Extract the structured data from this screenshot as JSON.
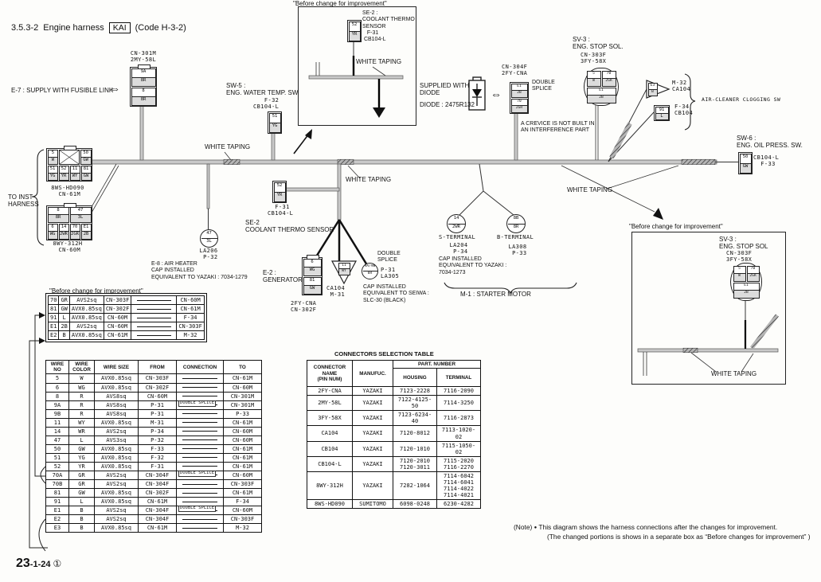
{
  "icons": {
    "double_arrow": "⇔",
    "bullet": "●"
  },
  "header": {
    "section": "3.5.3-2",
    "title": "Engine harness",
    "code_box": "KAI",
    "code_suffix": "(Code H-3-2)"
  },
  "labels": {
    "e7": "E-7 : SUPPLY WITH FUSIBLE LINK",
    "cn301m": "CN-301M\n2MY-58L",
    "before_caption": "\"Before change for improvement\"",
    "se2_inset": "SE-2 :\nCOOLANT THERMO\nSENSOR\n   F-31\n CB104-L",
    "white_taping": "WHITE TAPING",
    "sw5": "SW-5 :\nENG. WATER TEMP. SW",
    "sw5_conn": "   F-32\nCB104-L",
    "supplied_diode": "SUPPLIED WITH\nDIODE",
    "diode_pn": "DIODE : 2475R132",
    "cn304f": "CN-304F\n2FY-CNA",
    "double_splice": "DOUBLE\nSPLICE",
    "crevice": "A CREVICE IS NOT BUILT IN\nAN INTERFERENCE PART",
    "sv3": "SV-3 :\nENG. STOP SOL.",
    "sv3_inset": "SV-3 :\nENG. STOP SOL",
    "cn303f": "CN-303F\n3FY-58X",
    "m32": "M-32\nCA104",
    "f34": "F-34\nCB104",
    "air_cleaner": "AIR-CLEANER CLOGGING SW",
    "sw6": "SW-6 :\nENG. OIL PRESS. SW.",
    "sw6_conn": "CB104-L\n  F-33",
    "to_inst": "TO INST\nHARNESS",
    "cn61m": "8WS-HD090\n CN-61M",
    "cn60m": "8WY-312H\n CN-60M",
    "la206": "LA206\n P-32",
    "e8": "E-8 : AIR HEATER\nCAP INSTALLED\nEQUIVALENT TO YAZAKI : 7034-1279",
    "f31": "  F-31\nCB104-L",
    "se2_main": "SE-2\nCOOLANT THERMO SENSOR",
    "e2": "E-2 :\nGENERATOR",
    "cn302f": "2FY-CNA\nCN-302F",
    "ca104_m31": "CA104\n M-31",
    "p31": "P-31\nLA305",
    "cap_seiwa": "CAP INSTALLED\nEQUIVALENT TO SEIWA :\nSLC-30 (BLACK)",
    "s_terminal": "S-TERMINAL",
    "la204": "LA204\n P-34",
    "b_terminal": "B-TERMINAL",
    "la308": "LA308\n P-33",
    "cap_yazaki": "CAP INSTALLED\nEQUIVALENT TO YAZAKI :\n7034-1273",
    "m1": "M-1 : STARTER MOTOR"
  },
  "pins": {
    "cn301m": [
      "9A|8R",
      "8|8R"
    ],
    "sw5": [
      "51|YG"
    ],
    "inset_top": [
      "52|YR"
    ],
    "f31": [
      "52|YR"
    ],
    "sw6": [
      "50|GW"
    ],
    "la206": [
      "47|3L"
    ],
    "e2": [
      "6|WG",
      "81|GW"
    ],
    "ca104_tri": [
      "11|WY"
    ],
    "p31": [
      "9A/9B|8R"
    ],
    "s_term": [
      "14|2WR"
    ],
    "b_term": [
      "8B|8R"
    ],
    "m32_tri": [
      "E3|B"
    ],
    "f34": [
      "91|L"
    ],
    "cn304f": [
      "E1|2B",
      "70|2GR"
    ],
    "cn61m": [
      [
        "5|W",
        "X",
        "50|GW"
      ],
      [
        "51|YG",
        "52|YR",
        "11|WY",
        "81|GW"
      ]
    ],
    "cn60m": [
      [
        "8|8R",
        "47|3L"
      ],
      [
        "6|WG",
        "14|2WR",
        "70|2GR",
        "E1|2B"
      ]
    ],
    "cn303f": [
      [
        "5|W",
        "70|2GR"
      ],
      [
        "E1|2B"
      ]
    ]
  },
  "before_table": {
    "rows": [
      [
        "70",
        "GR",
        "AVS2sq",
        "CN-303F",
        "",
        "CN-60M"
      ],
      [
        "81",
        "GW",
        "AVX0.85sq",
        "CN-302F",
        "",
        "CN-61M"
      ],
      [
        "91",
        "L",
        "AVX0.85sq",
        "CN-60M",
        "",
        "F-34"
      ],
      [
        "E1",
        "2B",
        "AVS2sq",
        "CN-60M",
        "",
        "CN-303F"
      ],
      [
        "E2",
        "B",
        "AVX0.85sq",
        "CN-61M",
        "",
        "M-32"
      ]
    ]
  },
  "wire_table": {
    "headers": [
      "WIRE\nNO",
      "WIRE\nCOLOR",
      "WIRE SIZE",
      "FROM",
      "CONNECTION",
      "TO"
    ],
    "rows": [
      [
        "5",
        "W",
        "AVX0.85sq",
        "CN-303F",
        "",
        "CN-61M"
      ],
      [
        "6",
        "WG",
        "AVX0.85sq",
        "CN-302F",
        "",
        "CN-60M"
      ],
      [
        "8",
        "R",
        "AVS8sq",
        "CN-60M",
        "",
        "CN-301M"
      ],
      [
        "9A",
        "R",
        "AVS8sq",
        "P-31",
        "DOUBLE SPLICE",
        "CN-301M"
      ],
      [
        "9B",
        "R",
        "AVS8sq",
        "P-31",
        "",
        "P-33"
      ],
      [
        "11",
        "WY",
        "AVX0.85sq",
        "M-31",
        "",
        "CN-61M"
      ],
      [
        "14",
        "WR",
        "AVS2sq",
        "P-34",
        "",
        "CN-60M"
      ],
      [
        "47",
        "L",
        "AVS3sq",
        "P-32",
        "",
        "CN-60M"
      ],
      [
        "50",
        "GW",
        "AVX0.85sq",
        "F-33",
        "",
        "CN-61M"
      ],
      [
        "51",
        "YG",
        "AVX0.85sq",
        "F-32",
        "",
        "CN-61M"
      ],
      [
        "52",
        "YR",
        "AVX0.85sq",
        "F-31",
        "",
        "CN-61M"
      ],
      [
        "70A",
        "GR",
        "AVS2sq",
        "CN-304F",
        "DOUBLE SPLICE",
        "CN-60M"
      ],
      [
        "70B",
        "GR",
        "AVS2sq",
        "CN-304F",
        "",
        "CN-303F"
      ],
      [
        "81",
        "GW",
        "AVX0.85sq",
        "CN-302F",
        "",
        "CN-61M"
      ],
      [
        "91",
        "L",
        "AVX0.85sq",
        "CN-61M",
        "",
        "F-34"
      ],
      [
        "E1",
        "B",
        "AVS2sq",
        "CN-304F",
        "DOUBLE SPLICE",
        "CN-60M"
      ],
      [
        "E2",
        "B",
        "AVS2sq",
        "CN-304F",
        "",
        "CN-303F"
      ],
      [
        "E3",
        "B",
        "AVX0.85sq",
        "CN-61M",
        "",
        "M-32"
      ]
    ]
  },
  "connector_table": {
    "title": "CONNECTORS SELECTION TABLE",
    "col_connector": "CONNECTOR\nNAME\n(PIN NUM)",
    "col_manufuc": "MANUFUC.",
    "col_part": "PART. NUMBER",
    "col_housing": "HOUSING",
    "col_terminal": "TERMINAL",
    "rows": [
      {
        "name": "2FY-CNA",
        "manuf": "YAZAKI",
        "housing": "7123-2228",
        "terminal": "7116-2090"
      },
      {
        "name": "2MY-58L",
        "manuf": "YAZAKI",
        "housing": "7122-4125-50",
        "terminal": "7114-3250"
      },
      {
        "name": "3FY-58X",
        "manuf": "YAZAKI",
        "housing": "7123-6234-40",
        "terminal": "7116-2873"
      },
      {
        "name": "CA104",
        "manuf": "YAZAKI",
        "housing": "7120-8012",
        "terminal": "7113-1020-02"
      },
      {
        "name": "CB104",
        "manuf": "YAZAKI",
        "housing": "7120-1010",
        "terminal": "7115-1050-02"
      },
      {
        "name": "CB104-L",
        "manuf": "YAZAKI",
        "housing": "7120-2010\n7120-3011",
        "terminal": "7115-2020\n7116-2270"
      },
      {
        "name": "8WY-312H",
        "manuf": "YAZAKI",
        "housing": "7282-1064",
        "terminal": "7114-6042\n7114-6041\n7114-4022\n7114-4021"
      },
      {
        "name": "8WS-HD090",
        "manuf": "SUMITOMO",
        "housing": "6098-0248",
        "terminal": "6230-4282"
      }
    ]
  },
  "note": {
    "prefix": "(Note)",
    "line1": "This diagram shows the harness connections after the changes for improvement.",
    "line2": "(The changed portions is shows in a separate box as “Before changes for improvement” )"
  },
  "footer": {
    "page_major": "23",
    "page_minor": "-1-24",
    "sheet": "①"
  }
}
